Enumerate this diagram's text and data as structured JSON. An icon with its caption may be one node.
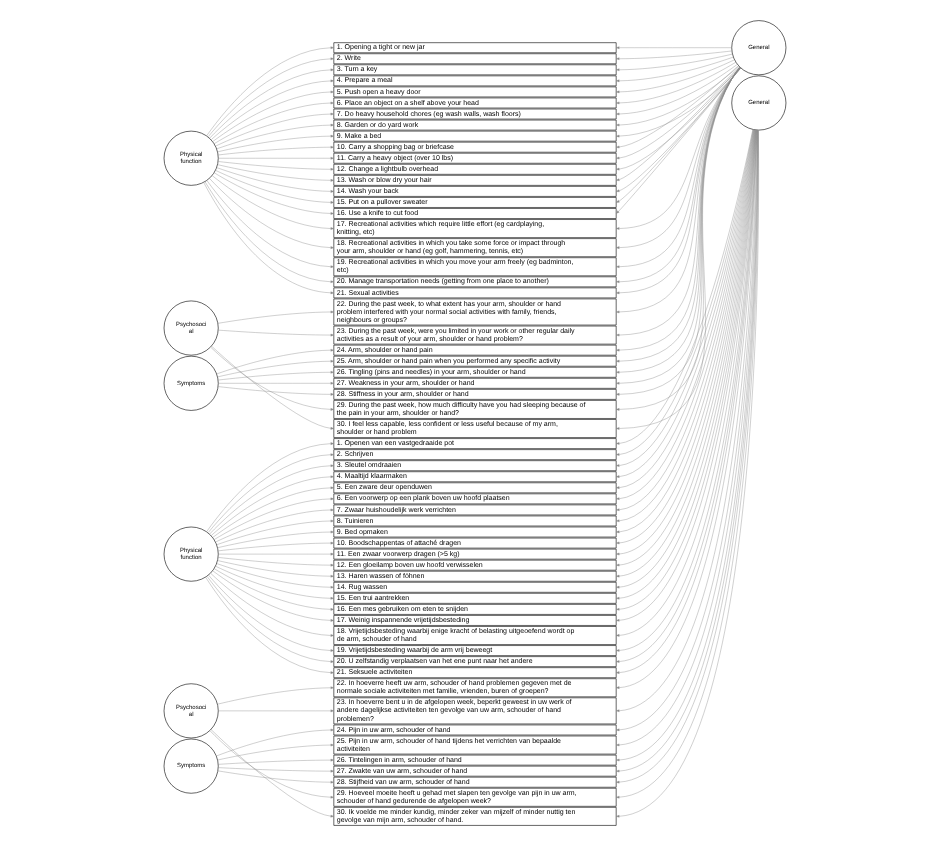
{
  "diagram": {
    "nodes": [
      {
        "text": [
          "Physical function"
        ]
      },
      {
        "text": [
          "Symptoms"
        ]
      },
      {
        "text": [
          "Psychosocial"
        ]
      },
      {
        "text": [
          "1. Opening a tight or new jar"
        ]
      },
      {
        "text": [
          "2. Write"
        ]
      },
      {
        "text": [
          "3. Turn a key"
        ]
      },
      {
        "text": [
          "4. Prepare a meal"
        ]
      },
      {
        "text": [
          "5. Push open a heavy door"
        ]
      },
      {
        "text": [
          "6. Place an object on a shelf above your head"
        ]
      },
      {
        "text": [
          "7. Do heavy household chores (eg wash walls, wash floors)"
        ]
      },
      {
        "text": [
          "8. Garden or do yard work"
        ]
      },
      {
        "text": [
          "9. Make a bed"
        ]
      },
      {
        "text": [
          "10. Carry a shopping bag or briefcase"
        ]
      },
      {
        "text": [
          "11. Carry a heavy object (over 10 lbs)"
        ]
      },
      {
        "text": [
          "12. Change a lightbulb overhead"
        ]
      },
      {
        "text": [
          "13. Wash or blow dry your hair"
        ]
      },
      {
        "text": [
          "14. Wash your back"
        ]
      },
      {
        "text": [
          "15. Put on a pullover sweater"
        ]
      },
      {
        "text": [
          "16. Use a knife to cut food"
        ]
      },
      {
        "text": [
          "17. Recreational activities which require little effort (eg cardplaying, knitting, etc)"
        ]
      },
      {
        "text": [
          "18. Recreational activities in which you take some force or impact through your arm, shoulder or hand (eg golf, hammering, tennis, etc)"
        ]
      },
      {
        "text": [
          "19. Recreational activities in which you move your arm freely (eg badminton, etc)"
        ]
      },
      {
        "text": [
          "20. Manage transportation needs (getting from one place to another)"
        ]
      },
      {
        "text": [
          "21. Sexual activities"
        ]
      },
      {
        "text": [
          "22. During the past week, to what extent has your arm, shoulder or hand problem interfered with your normal social activities with family, friends, neighbours or groups?"
        ]
      },
      {
        "text": [
          "23. During the past week, were you limited in your work or other regular daily activities as a result of your arm, shoulder or hand problem?"
        ]
      },
      {
        "text": [
          "24. Arm, shoulder or hand pain"
        ]
      },
      {
        "text": [
          "25. Arm, shoulder or hand pain when you performed any specific activity"
        ]
      },
      {
        "text": [
          "26. Tingling (pins and needles) in your arm, shoulder or hand"
        ]
      },
      {
        "text": [
          "27. Weakness in your arm, shoulder or hand"
        ]
      },
      {
        "text": [
          "28. Stiffness in your arm, shoulder or hand"
        ]
      },
      {
        "text": [
          "29. During the past week, how much difficulty have you had sleeping because of the pain in your arm, shoulder or hand?"
        ]
      },
      {
        "text": [
          "30. I feel less capable, less confident or less useful because of my arm, shoulder or hand problem"
        ]
      },
      {
        "text": [
          "General"
        ]
      },
      {
        "text": [
          "Physical function"
        ]
      },
      {
        "text": [
          "Symptoms"
        ]
      },
      {
        "text": [
          "Psychosocial"
        ]
      },
      {
        "text": [
          "1. Openen van een vastgedraaide pot"
        ]
      },
      {
        "text": [
          "2. Schrijven"
        ]
      },
      {
        "text": [
          "3. Sleutel omdraaien"
        ]
      },
      {
        "text": [
          "4. Maaltijd klaarmaken"
        ]
      },
      {
        "text": [
          "5. Een zware deur openduwen"
        ]
      },
      {
        "text": [
          "6. Een voorwerp op een plank boven uw hoofd plaatsen"
        ]
      },
      {
        "text": [
          "7. Zwaar huishoudelijk werk verrichten"
        ]
      },
      {
        "text": [
          "8. Tuinieren"
        ]
      },
      {
        "text": [
          "9. Bed opmaken"
        ]
      },
      {
        "text": [
          "10. Boodschappentas of attaché dragen"
        ]
      },
      {
        "text": [
          "11. Een zwaar voorwerp dragen (>5 kg)"
        ]
      },
      {
        "text": [
          "12. Een gloeilamp boven uw hoofd verwisselen"
        ]
      },
      {
        "text": [
          "13. Haren wassen of föhnen"
        ]
      },
      {
        "text": [
          "14. Rug wassen"
        ]
      },
      {
        "text": [
          "15. Een trui aantrekken"
        ]
      },
      {
        "text": [
          "16. Een mes gebruiken om eten te snijden"
        ]
      },
      {
        "text": [
          "17. Weinig inspannende vrijetijdsbesteding"
        ]
      },
      {
        "text": [
          "18. Vrijetijdsbesteding waarbij enige kracht of belasting uitgeoefend wordt op de arm, schouder of hand"
        ]
      },
      {
        "text": [
          "19. Vrijetijdsbesteding waarbij de arm vrij beweegt"
        ]
      },
      {
        "text": [
          "20. U zelfstandig verplaatsen van het ene punt naar het andere"
        ]
      },
      {
        "text": [
          "21. Seksuele activiteiten"
        ]
      },
      {
        "text": [
          "22. In hoeverre heeft uw arm, schouder of hand problemen gegeven met de normale sociale activiteiten met familie, vrienden, buren of groepen?"
        ]
      },
      {
        "text": [
          "23. In hoeverre bent u in de afgelopen week, beperkt geweest in uw werk of andere dagelijkse activiteiten ten gevolge van uw arm, schouder of hand problemen?"
        ]
      },
      {
        "text": [
          "24. Pijn in uw arm, schouder of hand"
        ]
      },
      {
        "text": [
          "25. Pijn in uw arm, schouder of hand tijdens het verrichten van bepaalde activiteiten"
        ]
      },
      {
        "text": [
          "26. Tintelingen in arm, schouder of hand"
        ]
      },
      {
        "text": [
          "27. Zwakte van uw arm, schouder of hand"
        ]
      },
      {
        "text": [
          "28. Stijfheid van uw arm, schouder of hand"
        ]
      },
      {
        "text": [
          "29. Hoeveel moeite heeft u gehad met slapen ten gevolge van pijn in uw arm, schouder of hand gedurende de afgelopen week?"
        ]
      },
      {
        "text": [
          "30. Ik voelde me minder kundig, minder zeker van mijzelf of minder nuttig ten gevolge van mijn arm, schouder of hand."
        ]
      },
      {
        "text": [
          "General"
        ]
      }
    ],
    "edges": [
      {
        "from": 0,
        "to": 3,
        "arrow": "to"
      },
      {
        "from": 0,
        "to": 4,
        "arrow": "to"
      },
      {
        "from": 0,
        "to": 5,
        "arrow": "to"
      },
      {
        "from": 0,
        "to": 6,
        "arrow": "to"
      },
      {
        "from": 0,
        "to": 7,
        "arrow": "to"
      },
      {
        "from": 0,
        "to": 8,
        "arrow": "to"
      },
      {
        "from": 0,
        "to": 9,
        "arrow": "to"
      },
      {
        "from": 0,
        "to": 10,
        "arrow": "to"
      },
      {
        "from": 0,
        "to": 11,
        "arrow": "to"
      },
      {
        "from": 0,
        "to": 12,
        "arrow": "to"
      },
      {
        "from": 0,
        "to": 13,
        "arrow": "to"
      },
      {
        "from": 0,
        "to": 14,
        "arrow": "to"
      },
      {
        "from": 0,
        "to": 15,
        "arrow": "to"
      },
      {
        "from": 0,
        "to": 16,
        "arrow": "to"
      },
      {
        "from": 0,
        "to": 17,
        "arrow": "to"
      },
      {
        "from": 0,
        "to": 18,
        "arrow": "to"
      },
      {
        "from": 0,
        "to": 19,
        "arrow": "to"
      },
      {
        "from": 0,
        "to": 20,
        "arrow": "to"
      },
      {
        "from": 0,
        "to": 21,
        "arrow": "to"
      },
      {
        "from": 0,
        "to": 22,
        "arrow": "to"
      },
      {
        "from": 0,
        "to": 23,
        "arrow": "to"
      },
      {
        "from": 1,
        "to": 26,
        "arrow": "to"
      },
      {
        "from": 1,
        "to": 27,
        "arrow": "to"
      },
      {
        "from": 1,
        "to": 28,
        "arrow": "to"
      },
      {
        "from": 1,
        "to": 29,
        "arrow": "to"
      },
      {
        "from": 1,
        "to": 30,
        "arrow": "to"
      },
      {
        "from": 2,
        "to": 24,
        "arrow": "to"
      },
      {
        "from": 2,
        "to": 25,
        "arrow": "to"
      },
      {
        "from": 2,
        "to": 31,
        "arrow": "to"
      },
      {
        "from": 2,
        "to": 32,
        "arrow": "to"
      },
      {
        "from": 33,
        "to": 3,
        "arrow": "to"
      },
      {
        "from": 33,
        "to": 4,
        "arrow": "to"
      },
      {
        "from": 33,
        "to": 5,
        "arrow": "to"
      },
      {
        "from": 33,
        "to": 6,
        "arrow": "to"
      },
      {
        "from": 33,
        "to": 7,
        "arrow": "to"
      },
      {
        "from": 33,
        "to": 8,
        "arrow": "to"
      },
      {
        "from": 33,
        "to": 9,
        "arrow": "to"
      },
      {
        "from": 33,
        "to": 10,
        "arrow": "to"
      },
      {
        "from": 33,
        "to": 11,
        "arrow": "to"
      },
      {
        "from": 33,
        "to": 12,
        "arrow": "to"
      },
      {
        "from": 33,
        "to": 13,
        "arrow": "to"
      },
      {
        "from": 33,
        "to": 14,
        "arrow": "to"
      },
      {
        "from": 33,
        "to": 15,
        "arrow": "to"
      },
      {
        "from": 33,
        "to": 16,
        "arrow": "to"
      },
      {
        "from": 33,
        "to": 17,
        "arrow": "to"
      },
      {
        "from": 33,
        "to": 18,
        "arrow": "to"
      },
      {
        "from": 33,
        "to": 19,
        "arrow": "to"
      },
      {
        "from": 33,
        "to": 20,
        "arrow": "to"
      },
      {
        "from": 33,
        "to": 21,
        "arrow": "to"
      },
      {
        "from": 33,
        "to": 22,
        "arrow": "to"
      },
      {
        "from": 33,
        "to": 23,
        "arrow": "to"
      },
      {
        "from": 33,
        "to": 24,
        "arrow": "to"
      },
      {
        "from": 33,
        "to": 25,
        "arrow": "to"
      },
      {
        "from": 33,
        "to": 26,
        "arrow": "to"
      },
      {
        "from": 33,
        "to": 27,
        "arrow": "to"
      },
      {
        "from": 33,
        "to": 28,
        "arrow": "to"
      },
      {
        "from": 33,
        "to": 29,
        "arrow": "to"
      },
      {
        "from": 33,
        "to": 30,
        "arrow": "to"
      },
      {
        "from": 33,
        "to": 31,
        "arrow": "to"
      },
      {
        "from": 33,
        "to": 32,
        "arrow": "to"
      },
      {
        "from": 34,
        "to": 37,
        "arrow": "to"
      },
      {
        "from": 34,
        "to": 38,
        "arrow": "to"
      },
      {
        "from": 34,
        "to": 39,
        "arrow": "to"
      },
      {
        "from": 34,
        "to": 40,
        "arrow": "to"
      },
      {
        "from": 34,
        "to": 41,
        "arrow": "to"
      },
      {
        "from": 34,
        "to": 42,
        "arrow": "to"
      },
      {
        "from": 34,
        "to": 43,
        "arrow": "to"
      },
      {
        "from": 34,
        "to": 44,
        "arrow": "to"
      },
      {
        "from": 34,
        "to": 45,
        "arrow": "to"
      },
      {
        "from": 34,
        "to": 46,
        "arrow": "to"
      },
      {
        "from": 34,
        "to": 47,
        "arrow": "to"
      },
      {
        "from": 34,
        "to": 48,
        "arrow": "to"
      },
      {
        "from": 34,
        "to": 49,
        "arrow": "to"
      },
      {
        "from": 34,
        "to": 50,
        "arrow": "to"
      },
      {
        "from": 34,
        "to": 51,
        "arrow": "to"
      },
      {
        "from": 34,
        "to": 52,
        "arrow": "to"
      },
      {
        "from": 34,
        "to": 53,
        "arrow": "to"
      },
      {
        "from": 34,
        "to": 54,
        "arrow": "to"
      },
      {
        "from": 34,
        "to": 55,
        "arrow": "to"
      },
      {
        "from": 34,
        "to": 56,
        "arrow": "to"
      },
      {
        "from": 34,
        "to": 57,
        "arrow": "to"
      },
      {
        "from": 35,
        "to": 60,
        "arrow": "to"
      },
      {
        "from": 35,
        "to": 61,
        "arrow": "to"
      },
      {
        "from": 35,
        "to": 62,
        "arrow": "to"
      },
      {
        "from": 35,
        "to": 63,
        "arrow": "to"
      },
      {
        "from": 35,
        "to": 64,
        "arrow": "to"
      },
      {
        "from": 36,
        "to": 58,
        "arrow": "to"
      },
      {
        "from": 36,
        "to": 59,
        "arrow": "to"
      },
      {
        "from": 36,
        "to": 65,
        "arrow": "to"
      },
      {
        "from": 36,
        "to": 66,
        "arrow": "to"
      },
      {
        "from": 67,
        "to": 37,
        "arrow": "to"
      },
      {
        "from": 67,
        "to": 38,
        "arrow": "to"
      },
      {
        "from": 67,
        "to": 39,
        "arrow": "to"
      },
      {
        "from": 67,
        "to": 40,
        "arrow": "to"
      },
      {
        "from": 67,
        "to": 41,
        "arrow": "to"
      },
      {
        "from": 67,
        "to": 42,
        "arrow": "to"
      },
      {
        "from": 67,
        "to": 43,
        "arrow": "to"
      },
      {
        "from": 67,
        "to": 44,
        "arrow": "to"
      },
      {
        "from": 67,
        "to": 45,
        "arrow": "to"
      },
      {
        "from": 67,
        "to": 46,
        "arrow": "to"
      },
      {
        "from": 67,
        "to": 47,
        "arrow": "to"
      },
      {
        "from": 67,
        "to": 48,
        "arrow": "to"
      },
      {
        "from": 67,
        "to": 49,
        "arrow": "to"
      },
      {
        "from": 67,
        "to": 50,
        "arrow": "to"
      },
      {
        "from": 67,
        "to": 51,
        "arrow": "to"
      },
      {
        "from": 67,
        "to": 52,
        "arrow": "to"
      },
      {
        "from": 67,
        "to": 53,
        "arrow": "to"
      },
      {
        "from": 67,
        "to": 54,
        "arrow": "to"
      },
      {
        "from": 67,
        "to": 55,
        "arrow": "to"
      },
      {
        "from": 67,
        "to": 56,
        "arrow": "to"
      },
      {
        "from": 67,
        "to": 57,
        "arrow": "to"
      },
      {
        "from": 67,
        "to": 58,
        "arrow": "to"
      },
      {
        "from": 67,
        "to": 59,
        "arrow": "to"
      },
      {
        "from": 67,
        "to": 60,
        "arrow": "to"
      },
      {
        "from": 67,
        "to": 61,
        "arrow": "to"
      },
      {
        "from": 67,
        "to": 62,
        "arrow": "to"
      },
      {
        "from": 67,
        "to": 63,
        "arrow": "to"
      },
      {
        "from": 67,
        "to": 64,
        "arrow": "to"
      },
      {
        "from": 67,
        "to": 65,
        "arrow": "to"
      },
      {
        "from": 67,
        "to": 66,
        "arrow": "to"
      }
    ]
  }
}
